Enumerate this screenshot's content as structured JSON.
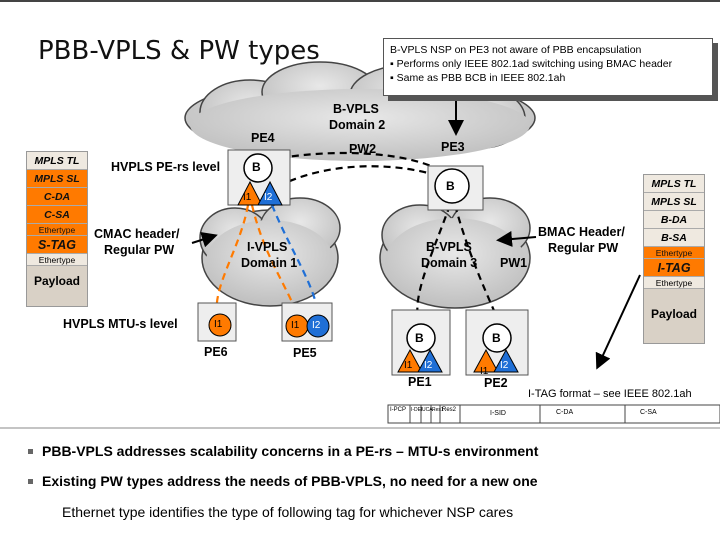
{
  "title": "PBB-VPLS & PW types",
  "info_box": {
    "line1": "B-VPLS NSP on PE3 not aware of PBB encapsulation",
    "line2": "▪ Performs only IEEE 802.1ad switching using BMAC header",
    "line3": "▪ Same as PBB BCB in IEEE 802.1ah"
  },
  "clouds": {
    "top_line1": "B-VPLS",
    "top_line2": "Domain 2",
    "left_line1": "I-VPLS",
    "left_line2": "Domain 1",
    "right_line1": "B-VPLS",
    "right_line2": "Domain 3"
  },
  "labels": {
    "pe4": "PE4",
    "pe3": "PE3",
    "pe6": "PE6",
    "pe5": "PE5",
    "pe1": "PE1",
    "pe2": "PE2",
    "pw2": "PW2",
    "pw1": "PW1",
    "hvpls_pers": "HVPLS PE-rs level",
    "hvpls_mtus": "HVPLS MTU-s level",
    "cmac_1": "CMAC header/",
    "cmac_2": "Regular PW",
    "bmac_1": "BMAC Header/",
    "bmac_2": "Regular PW",
    "node_b": "B",
    "i1": "I1",
    "i2": "I2"
  },
  "left_stack": [
    "MPLS TL",
    "MPLS SL",
    "C-DA",
    "C-SA",
    "Ethertype",
    "S-TAG",
    "Ethertype",
    "Payload"
  ],
  "right_stack": [
    "MPLS TL",
    "MPLS SL",
    "B-DA",
    "B-SA",
    "Ethertype",
    "I-TAG",
    "Ethertype",
    "Payload"
  ],
  "itag_format_label": "I-TAG format – see IEEE 802.1ah",
  "itag_fields": [
    "I-PCP",
    "I-DEI",
    "UCA",
    "Res1",
    "Res2",
    "I-SID",
    "C-DA",
    "C-SA"
  ],
  "bullets": [
    "PBB-VPLS addresses scalability concerns in a PE-rs – MTU-s environment",
    "Existing PW types address the needs of PBB-VPLS, no need for a new one"
  ],
  "sub_text": "Ethernet type identifies the type of following tag for whichever NSP cares",
  "colors": {
    "orange": "#ff7a00",
    "blue": "#1f6fd6",
    "cloud": "#cfcfcf"
  }
}
